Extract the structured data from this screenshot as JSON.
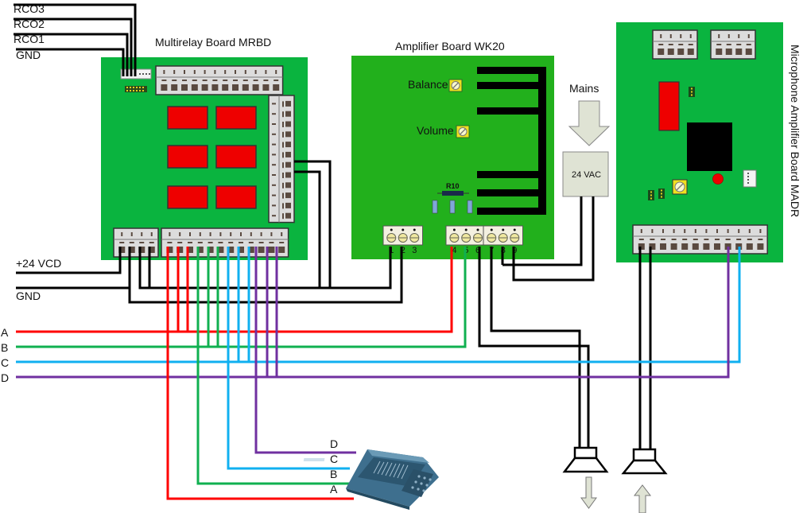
{
  "title": "Wiring diagram: Multirelay Board, Amplifier Board, Microphone Amplifier Board",
  "colors": {
    "board_green": "#0ab43f",
    "amp_board_green": "#22b01c",
    "wire_black": "#000000",
    "wire_a": "#ff0000",
    "wire_b": "#10b050",
    "wire_c": "#10b0f0",
    "wire_d": "#7030a0",
    "relay_red": "#ee0000",
    "connector_gray": "#dcdcdc",
    "trimmer_yellow": "#f0e020",
    "arrow_fill": "#dfe3d4"
  },
  "inputs": {
    "rco3": "RCO3",
    "rco2": "RCO2",
    "rco1": "RCO1",
    "gnd_top": "GND",
    "supply": "+24 VCD",
    "gnd_supply": "GND"
  },
  "bus": {
    "a": "A",
    "b": "B",
    "c": "C",
    "d": "D"
  },
  "boards": {
    "multirelay": {
      "title": "Multirelay Board MRBD"
    },
    "amplifier": {
      "title": "Amplifier Board WK20",
      "balance": "Balance",
      "volume": "Volume",
      "resistor": "R10",
      "terminals_left": [
        "1",
        "2",
        "3"
      ],
      "terminals_right": [
        "4",
        "5",
        "6",
        "7",
        "8",
        "9"
      ]
    },
    "mic_amplifier": {
      "title": "Microphone Amplifier Board MADR"
    }
  },
  "power": {
    "mains": "Mains",
    "transformer": "24 VAC"
  },
  "telephone": {
    "labels": [
      "D",
      "C",
      "B",
      "A"
    ]
  }
}
